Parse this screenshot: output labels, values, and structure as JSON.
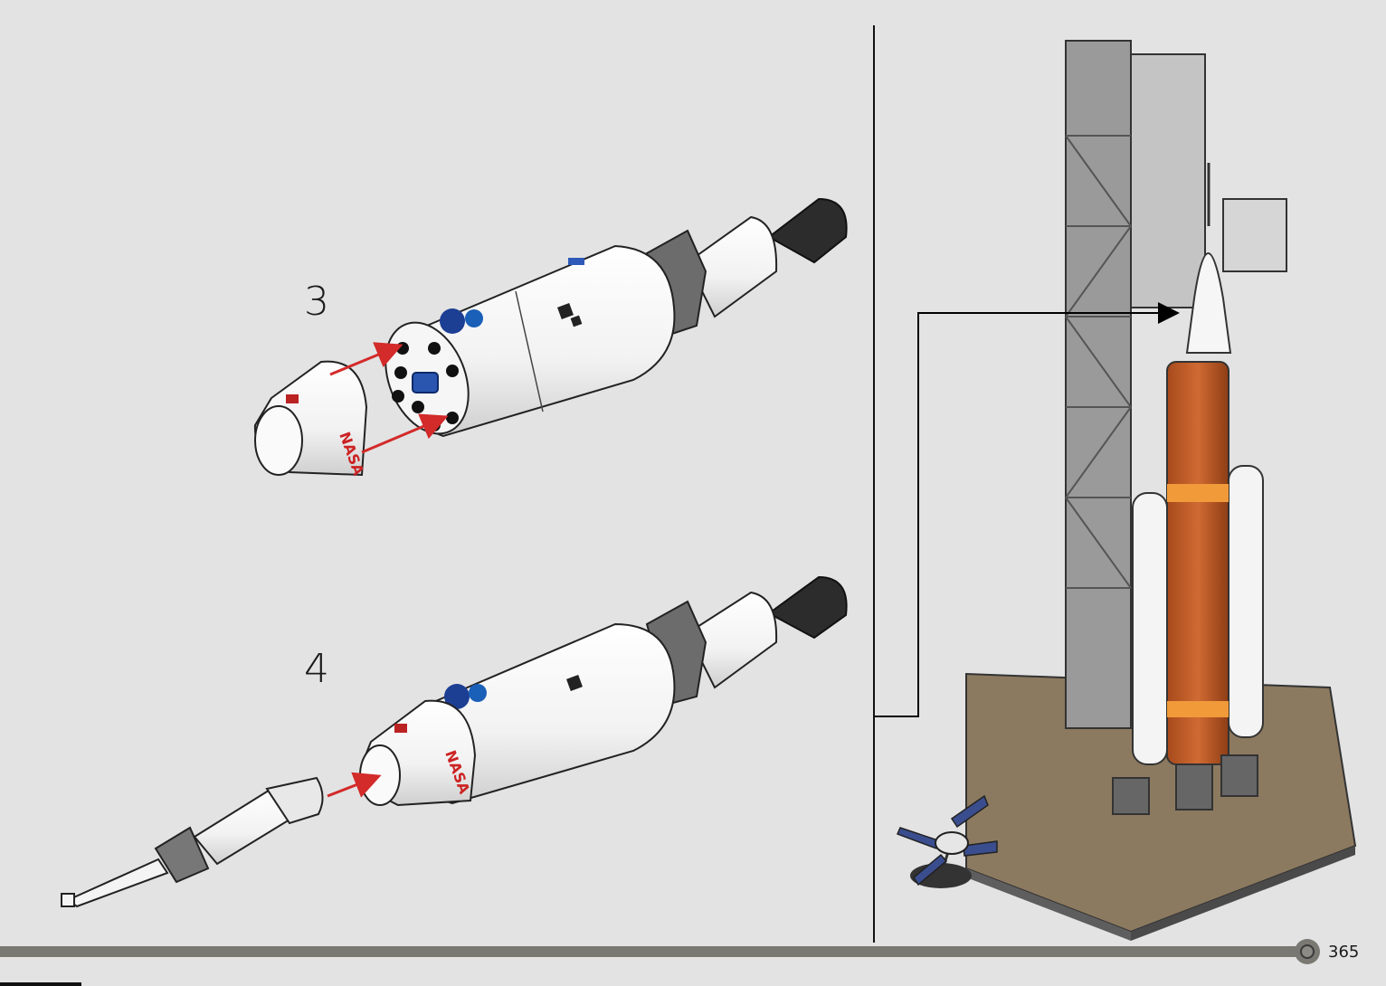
{
  "steps": [
    {
      "number": "3"
    },
    {
      "number": "4"
    }
  ],
  "footer": {
    "page_number": "365"
  },
  "colors": {
    "background": "#e3e3e3",
    "arrow_red": "#d32a2a",
    "core_orange": "#c9622a",
    "footer_gray": "#7a7872",
    "base_tan": "#8c7a60"
  }
}
